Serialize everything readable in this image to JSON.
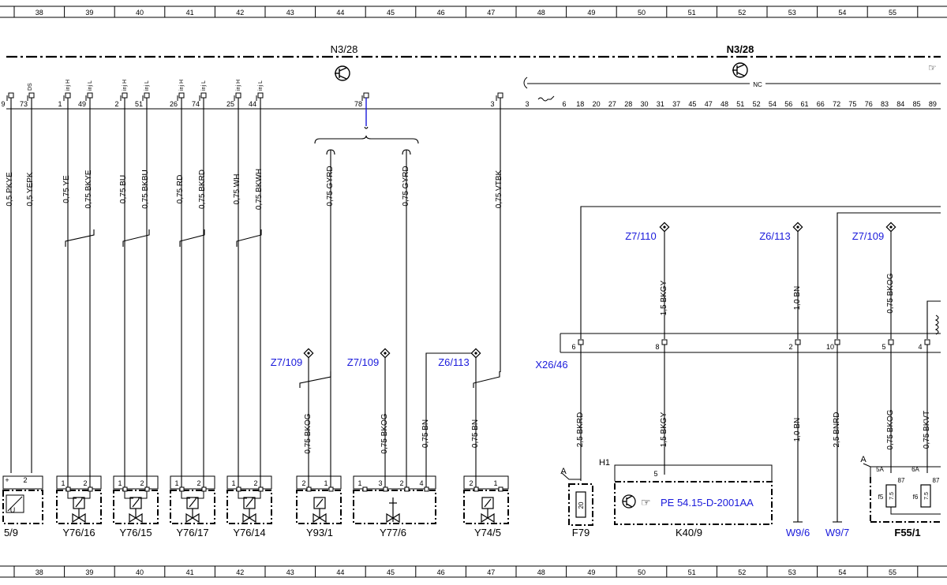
{
  "grid_columns": [
    "38",
    "39",
    "40",
    "41",
    "42",
    "43",
    "44",
    "45",
    "46",
    "47",
    "48",
    "49",
    "50",
    "51",
    "52",
    "53",
    "54",
    "55"
  ],
  "n3_label": "N3/28",
  "nc_label": "NC",
  "pin_labels_top": [
    "9",
    "73",
    "1",
    "49",
    "2",
    "51",
    "26",
    "74",
    "25",
    "44",
    "78",
    "3"
  ],
  "connector_pins": [
    "6",
    "18",
    "20",
    "27",
    "28",
    "30",
    "31",
    "37",
    "45",
    "47",
    "48",
    "51",
    "52",
    "54",
    "56",
    "61",
    "66",
    "72",
    "75",
    "76",
    "83",
    "84",
    "85",
    "89"
  ],
  "pin_subtitles": [
    "DS",
    "inj H",
    "inj L",
    "inj H",
    "inj L",
    "inj H",
    "inj L",
    "inj H",
    "inj L"
  ],
  "wires": [
    "0,5 PKYE",
    "0,5 YEPK",
    "0,75 YE",
    "0,75 BKYE",
    "0,75 BU",
    "0,75 BKBU",
    "0,75 RD",
    "0,75 BKRD",
    "0,75 WH",
    "0,75 BKWH",
    "0,75 GYRD",
    "0,75 GYRD",
    "0,75 VTBK",
    "1,5 BKGY",
    "1,0 BN",
    "0,75 BKOG",
    "0,75 BKOG",
    "0,75 BKOG",
    "0,75 BN",
    "0,75 BN",
    "2,5 BKRD",
    "1,5 BKGY",
    "1,0 BN",
    "2,5 BNRD",
    "0,75 BKOG",
    "0,75 BKVT"
  ],
  "ground_refs": [
    "Z7/110",
    "Z6/113",
    "Z7/109",
    "Z7/109",
    "Z7/109",
    "Z6/113"
  ],
  "x26_label": "X26/46",
  "x26_pins": [
    "6",
    "8",
    "2",
    "10",
    "5",
    "4"
  ],
  "components": [
    "5/9",
    "Y76/16",
    "Y76/15",
    "Y76/17",
    "Y76/14",
    "Y93/1",
    "Y77/6",
    "Y74/5",
    "F79",
    "K40/9",
    "W9/6",
    "W9/7",
    "F55/1"
  ],
  "k40_ref": "PE 54.15-D-2001AA",
  "misc": {
    "h1": "H1",
    "a1": "A",
    "a2": "A",
    "pin5": "5",
    "f79_rating": "20",
    "fuse_5a": "5A",
    "fuse_6a": "6A",
    "f5": "f5",
    "f6": "f6",
    "rating_75": "7.5",
    "pin87": "87",
    "solenoid_pins_a": [
      "1",
      "2"
    ],
    "y77_pins": [
      "1",
      "3",
      "2",
      "4"
    ],
    "x59_pins": [
      "+",
      "2",
      "U"
    ]
  }
}
